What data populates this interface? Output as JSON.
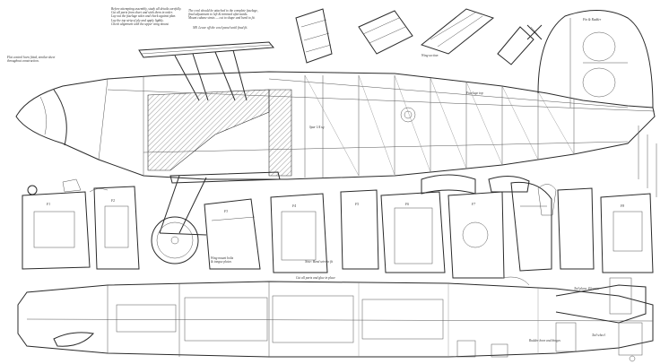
{
  "drawing": {
    "line_color": "#2a2a2a",
    "paper_color": "#ffffff",
    "hatch_color": "#555555",
    "notes": {
      "top_left_notes": "Before attempting assembly, study all details carefully.\nCut all parts from sheet and stick them in order.\nLay out the fuselage sides and check against plan.\nLay the top strip of ply and apply lightly.\nCheck alignment with the upper wing mount.",
      "top_center_notes": "The cowl should be attached to the complete fuselage,\nfinal adjustment to left & trimmed afterwards.\nMount cabane struts — cut to shape and bend to fit.",
      "top_center_notes_2": "NB  Leave off the cowl panel until final fit.",
      "left_notes": "Flat control horn fitted, similar sheet\nthroughout construction.",
      "wing_section_label": "Wing section",
      "fuselage_top_label": "Fuselage top",
      "fin_label": "Fin & Rudder",
      "spar_label": "Spar 1/4 sq",
      "former_labels": [
        "F1",
        "F2",
        "F3",
        "F4",
        "F5",
        "F6",
        "F7",
        "F8"
      ],
      "lower_note_1": "Wing mount bolts\n& tongue plates",
      "lower_note_2": "Note: Bend wire to fit",
      "bottom_center_note": "Cut all parts and glue in place",
      "bottom_right_note": "Rudder horn and hinges",
      "bottom_right_note_2": "Tail wheel",
      "tail_note": "Tail plane  Elevator"
    }
  }
}
